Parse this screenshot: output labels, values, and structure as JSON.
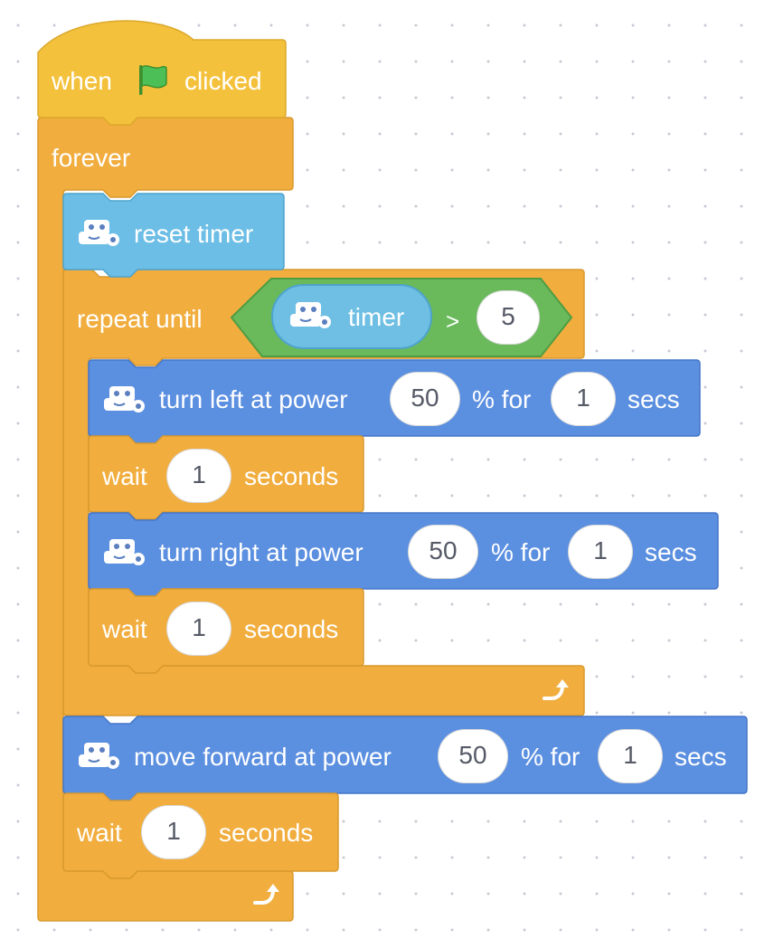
{
  "colors": {
    "events": "#f4c13c",
    "control": "#f1ad3e",
    "sensing": "#6cbee6",
    "motion": "#5b8fe0",
    "operators": "#6aba5c"
  },
  "hat": {
    "when": "when",
    "flag_icon": "green-flag-icon",
    "clicked": "clicked"
  },
  "forever": {
    "label": "forever",
    "loop_icon": "loop-arrow-icon"
  },
  "reset_timer": {
    "icon": "robot-icon",
    "label": "reset timer"
  },
  "repeat_until": {
    "label": "repeat until",
    "loop_icon": "loop-arrow-icon",
    "condition": {
      "reporter_icon": "robot-icon",
      "reporter_label": "timer",
      "operator": ">",
      "value": "5"
    }
  },
  "turn_left": {
    "icon": "robot-icon",
    "label": "turn left at power",
    "power": "50",
    "mid": "% for",
    "duration": "1",
    "unit": "secs"
  },
  "wait_1": {
    "label": "wait",
    "value": "1",
    "unit": "seconds"
  },
  "turn_right": {
    "icon": "robot-icon",
    "label": "turn right at power",
    "power": "50",
    "mid": "% for",
    "duration": "1",
    "unit": "secs"
  },
  "wait_2": {
    "label": "wait",
    "value": "1",
    "unit": "seconds"
  },
  "move_forward": {
    "icon": "robot-icon",
    "label": "move forward at power",
    "power": "50",
    "mid": "% for",
    "duration": "1",
    "unit": "secs"
  },
  "wait_3": {
    "label": "wait",
    "value": "1",
    "unit": "seconds"
  }
}
